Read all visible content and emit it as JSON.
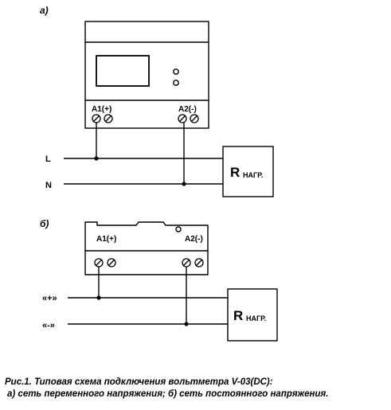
{
  "diagram_a": {
    "part_label": "а)",
    "terminal_left": "A1(+)",
    "terminal_right": "A2(-)",
    "line_top": "L",
    "line_bottom": "N",
    "load_R": "R",
    "load_sub": "НАГР."
  },
  "diagram_b": {
    "part_label": "б)",
    "terminal_left": "A1(+)",
    "terminal_right": "A2(-)",
    "line_top": "«+»",
    "line_bottom": "«-»",
    "load_R": "R",
    "load_sub": "НАГР."
  },
  "caption": {
    "line1": "Рис.1. Типовая схема подключения вольтметра V-03(DC):",
    "line2": "а) сеть переменного напряжения; б) сеть постоянного напряжения."
  }
}
